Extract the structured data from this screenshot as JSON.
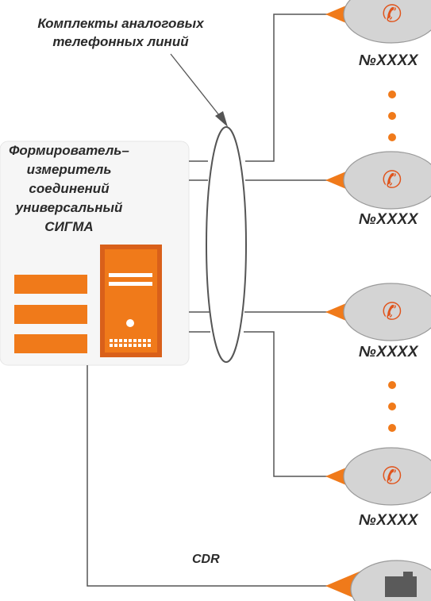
{
  "line_label": [
    "Комплекты аналоговых",
    "телефонных линий"
  ],
  "device_label": [
    "Формирователь–",
    "измеритель",
    "соединений",
    "универсальный",
    "СИГМА"
  ],
  "phone_numbers": [
    "№XXXX",
    "№XXXX",
    "№XXXX",
    "№XXXX"
  ],
  "cdr_label": "CDR",
  "icons": {
    "phone": "phone-icon",
    "device": "server-tower-icon",
    "recorder": "recorder-icon"
  },
  "colors": {
    "accent": "#f07a1a",
    "accent_dark": "#d9601a",
    "node_fill": "#d4d4d4",
    "node_stroke": "#9a9a9a",
    "line": "#555555",
    "phone_icon": "#e0541c"
  }
}
